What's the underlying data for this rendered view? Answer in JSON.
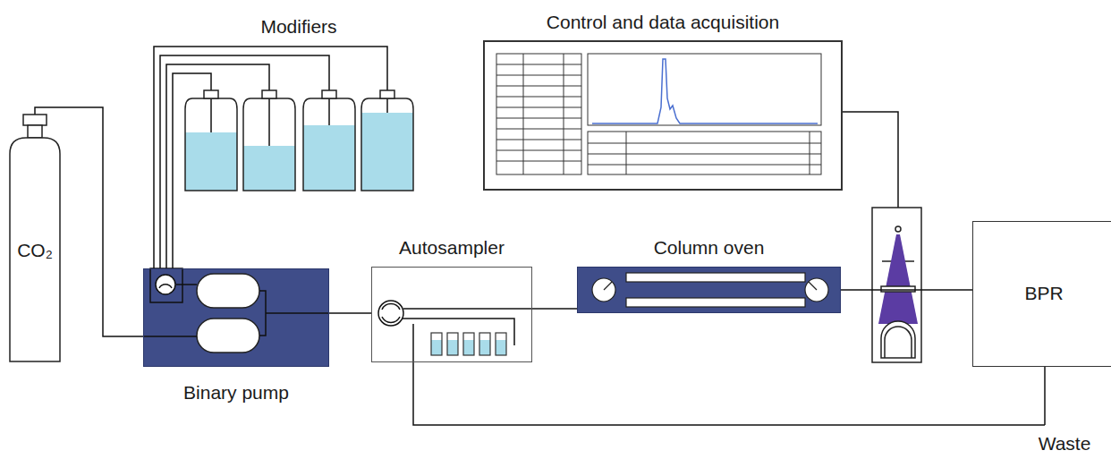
{
  "diagram": {
    "nodes": [
      {
        "text": [
          "Control and data acquisition"
        ]
      },
      {
        "text": [
          "CO₂"
        ]
      },
      {
        "text": [
          "Binary pump"
        ]
      },
      {
        "text": [
          "Autosampler"
        ]
      },
      {
        "text": [
          "Column oven"
        ]
      },
      {
        "text": [
          "BPR"
        ]
      }
    ],
    "edges": [
      {
        "from": 1,
        "to": 2,
        "arrow": "none"
      },
      {
        "from": 2,
        "to": 3,
        "arrow": "none"
      },
      {
        "from": 3,
        "to": 4,
        "arrow": "none"
      },
      {
        "from": 4,
        "to": 5,
        "arrow": "none"
      }
    ],
    "labels": [
      "Modifiers",
      "Waste"
    ]
  }
}
